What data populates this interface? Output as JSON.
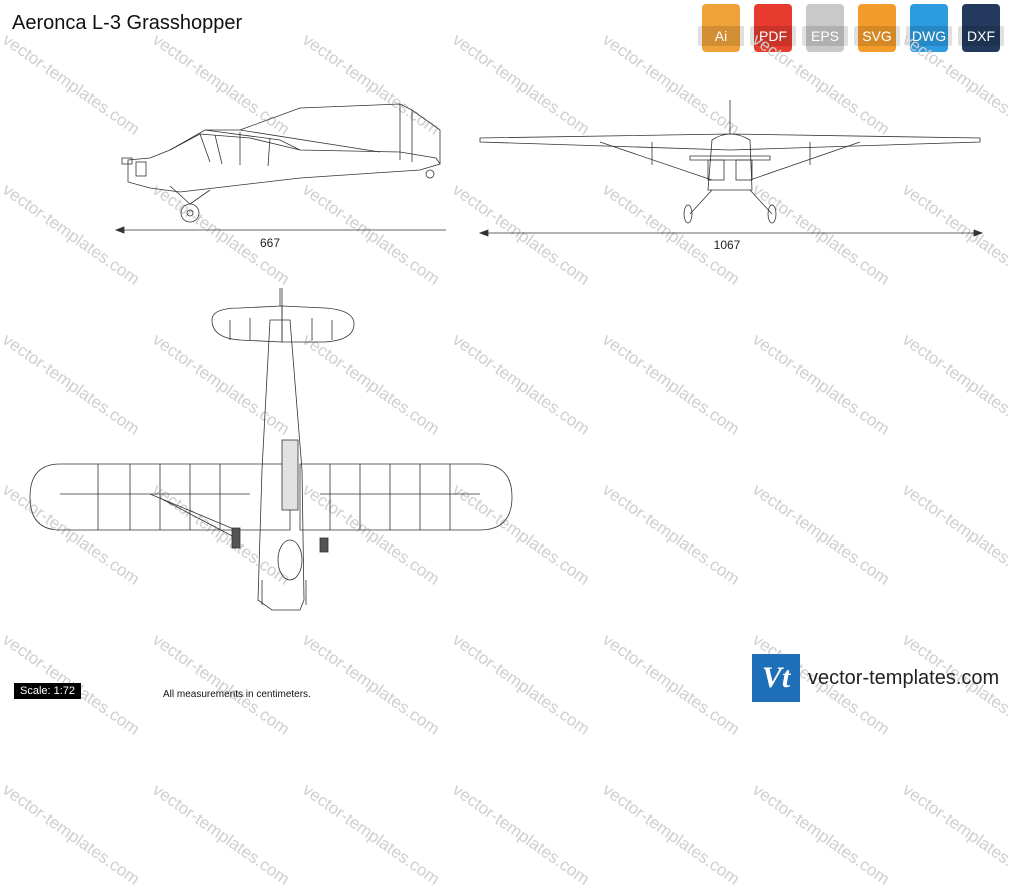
{
  "title": "Aeronca L-3 Grasshopper",
  "formats": [
    {
      "label": "Ai",
      "color": "#f0a23a"
    },
    {
      "label": "PDF",
      "color": "#e63b2e"
    },
    {
      "label": "EPS",
      "color": "#c9c9c9"
    },
    {
      "label": "SVG",
      "color": "#f39c2c"
    },
    {
      "label": "DWG",
      "color": "#2c9be0"
    },
    {
      "label": "DXF",
      "color": "#233a5e"
    }
  ],
  "dimensions": {
    "side_length": "667",
    "front_span": "1067"
  },
  "watermark_text": "vector-templates.com",
  "scale": "Scale: 1:72",
  "note": "All measurements in centimeters.",
  "brand": {
    "logo": "Vt",
    "site": "vector-templates.com"
  }
}
